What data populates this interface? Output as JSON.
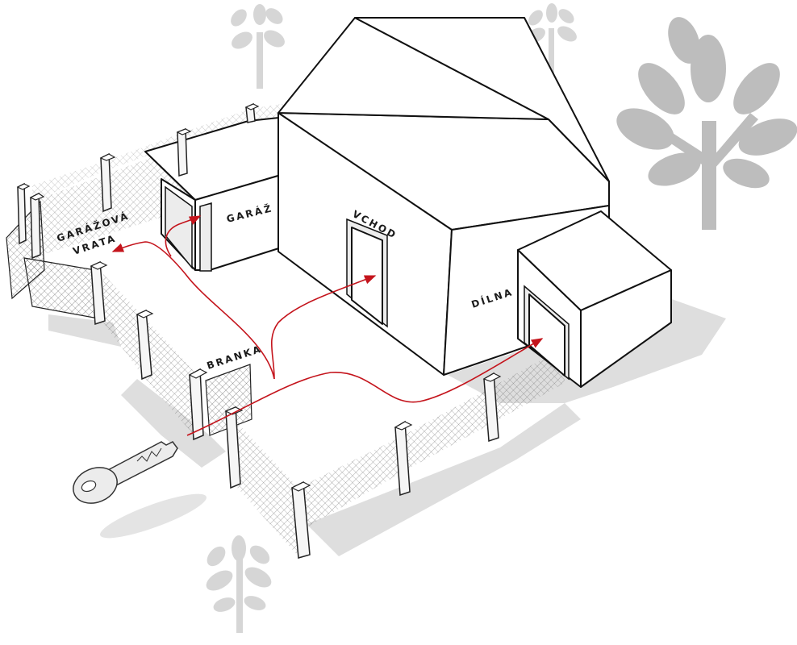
{
  "labels": {
    "garage_gate_line1": "GARÁŽOVÁ",
    "garage_gate_line2": "VRATA",
    "garage": "GARÁŽ",
    "entrance": "VCHOD",
    "workshop": "DÍLNA",
    "gate": "BRANKA"
  },
  "colors": {
    "route": "#c4141c",
    "tree": "#bdbdbd",
    "outline": "#111111"
  },
  "icons": [
    "key-icon",
    "tree-icon"
  ]
}
